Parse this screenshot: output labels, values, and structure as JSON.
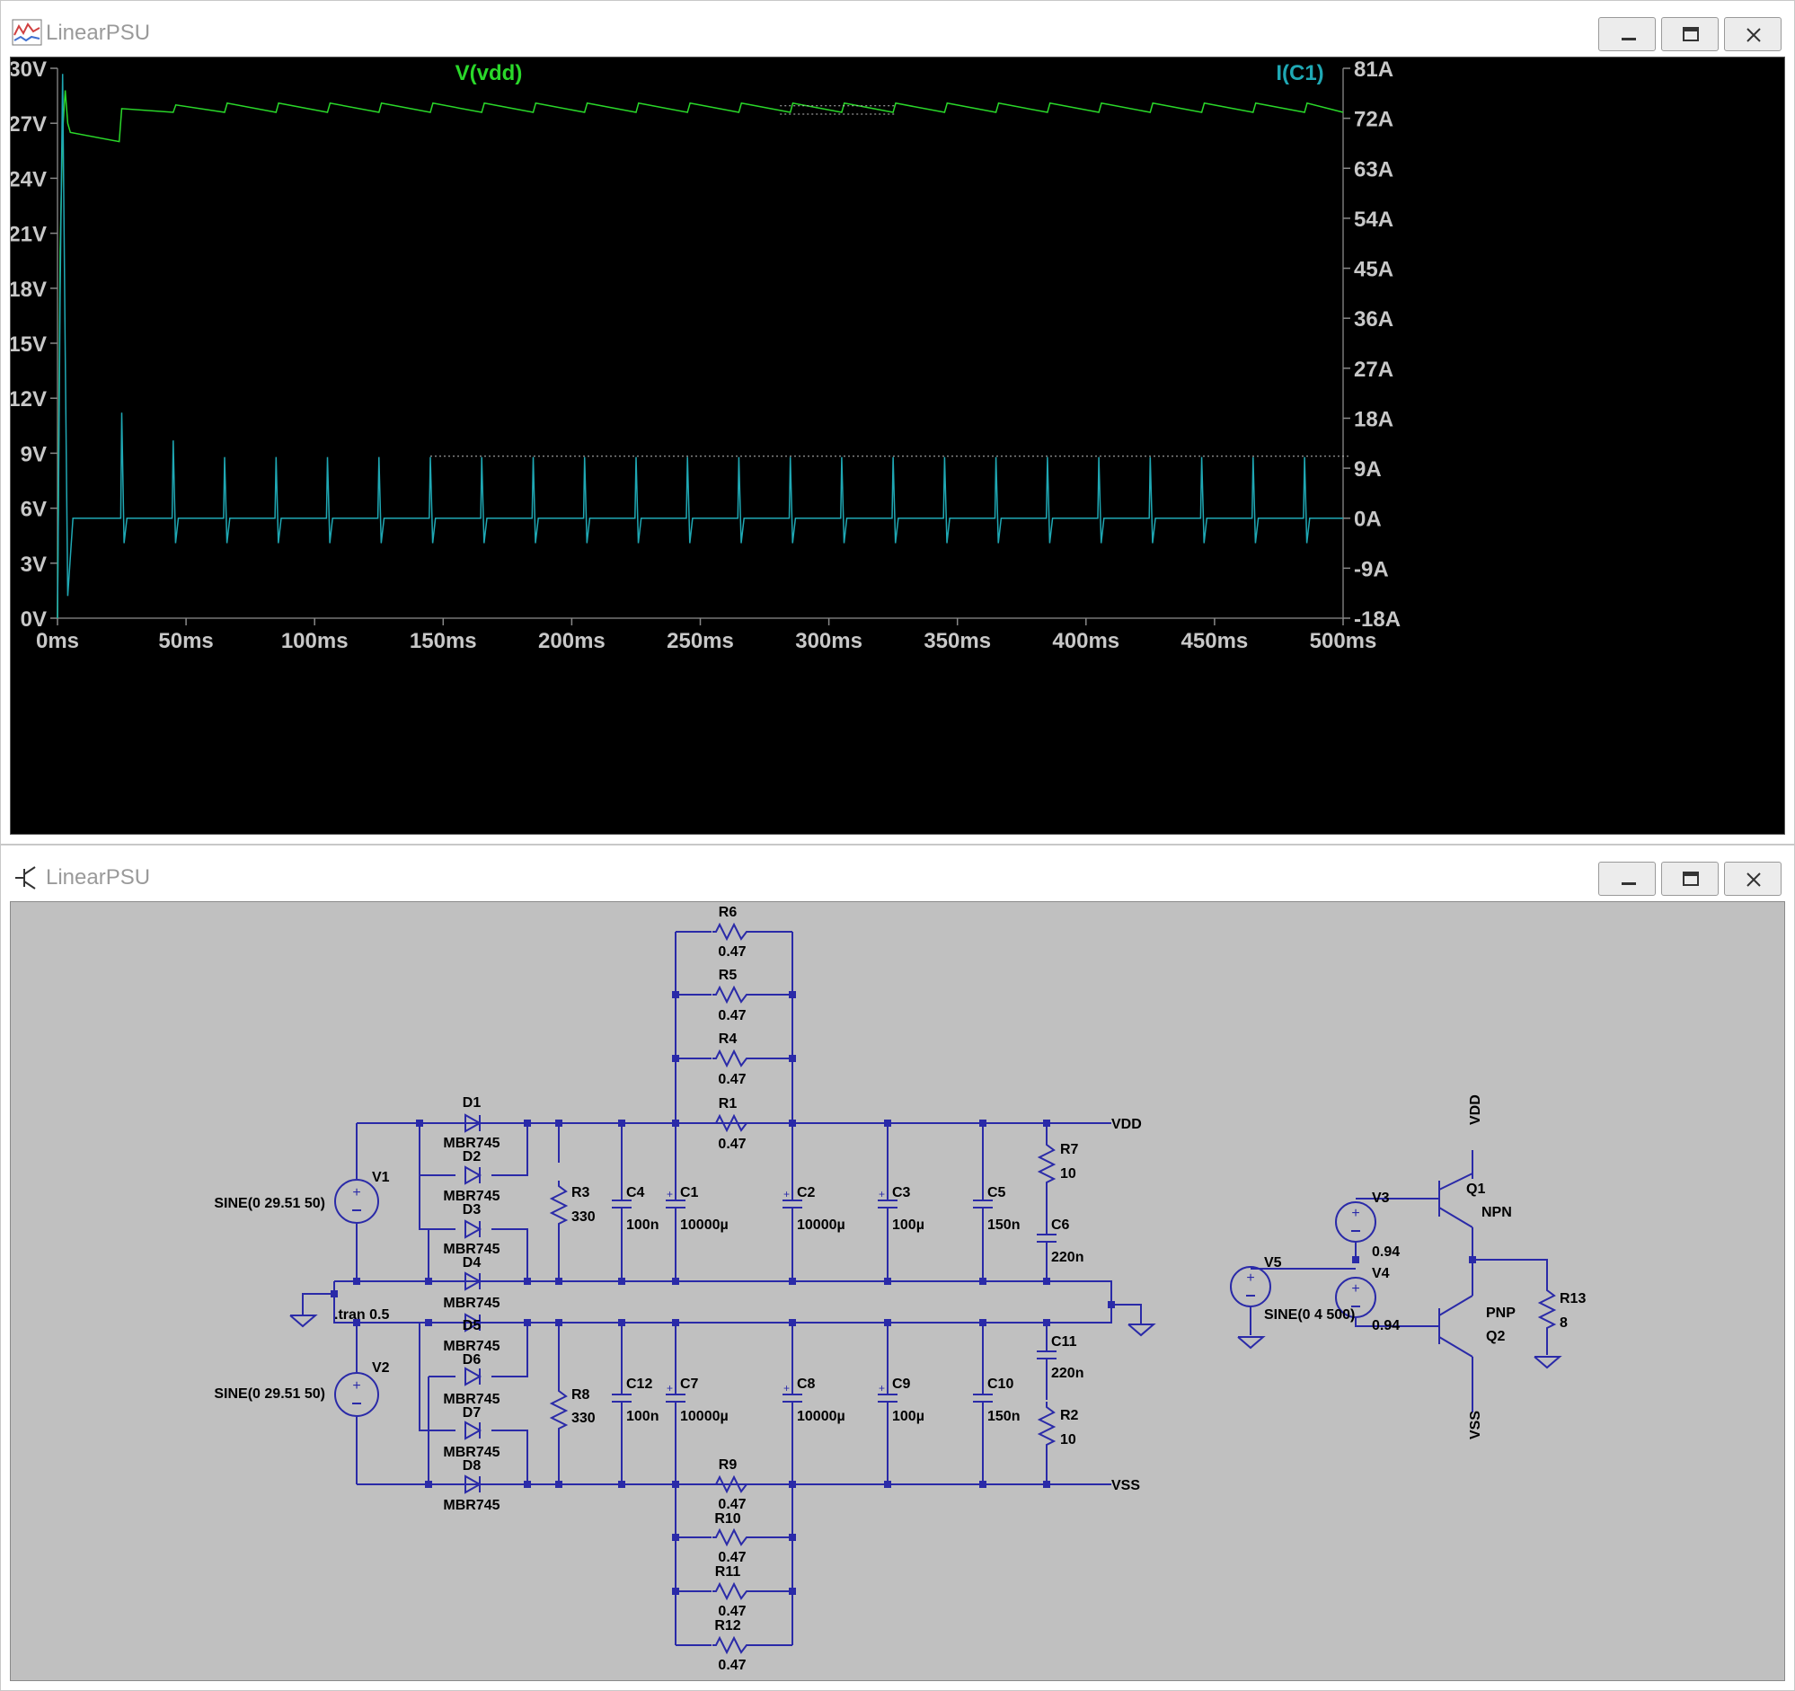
{
  "waveform_window": {
    "title": "LinearPSU",
    "trace_v_label": "V(vdd)",
    "trace_i_label": "I(C1)",
    "colors": {
      "v_trace": "#2ad82a",
      "i_trace": "#1fa8b4",
      "background": "#000000",
      "axis_text": "#c8c8c8"
    }
  },
  "schematic_window": {
    "title": "LinearPSU",
    "colors": {
      "wire": "#2a2aa8",
      "background": "#c0c0c0",
      "text": "#000000"
    },
    "labels": {
      "R6": "R6",
      "R6v": "0.47",
      "R5": "R5",
      "R5v": "0.47",
      "R4": "R4",
      "R4v": "0.47",
      "R1": "R1",
      "R1v": "0.47",
      "D1": "D1",
      "D2": "D2",
      "D3": "D3",
      "D4": "D4",
      "D5": "D5",
      "D6": "D6",
      "D7": "D7",
      "D8": "D8",
      "MBR": "MBR745",
      "VDD": "VDD",
      "VSS": "VSS",
      "R7": "R7",
      "R7v": "10",
      "C6": "C6",
      "C6v": "220n",
      "V1": "V1",
      "V1v": "SINE(0 29.51 50)",
      "V2": "V2",
      "V2v": "SINE(0 29.51 50)",
      "R3": "R3",
      "R3v": "330",
      "C4": "C4",
      "C4v": "100n",
      "C1": "C1",
      "C1v": "10000µ",
      "C2": "C2",
      "C2v": "10000µ",
      "C3": "C3",
      "C3v": "100µ",
      "C5": "C5",
      "C5v": "150n",
      "tran": ".tran 0.5",
      "R8": "R8",
      "R8v": "330",
      "C12": "C12",
      "C12v": "100n",
      "C7": "C7",
      "C7v": "10000µ",
      "C8": "C8",
      "C8v": "10000µ",
      "C9": "C9",
      "C9v": "100µ",
      "C10": "C10",
      "C10v": "150n",
      "C11": "C11",
      "C11v": "220n",
      "R2": "R2",
      "R2v": "10",
      "R9": "R9",
      "R9v": "0.47",
      "R10": "R10",
      "R10v": "0.47",
      "R11": "R11",
      "R11v": "0.47",
      "R12": "R12",
      "R12v": "0.47",
      "Q1": "Q1",
      "Q1t": "NPN",
      "Q2": "Q2",
      "Q2t": "PNP",
      "V3": "V3",
      "V3v": "0.94",
      "V4": "V4",
      "V4v": "0.94",
      "V5": "V5",
      "V5v": "SINE(0 4 500)",
      "R13": "R13",
      "R13v": "8"
    }
  },
  "chart_data": {
    "type": "line",
    "title": "",
    "x": {
      "unit": "ms",
      "range": [
        0,
        500
      ],
      "ticks": [
        "0ms",
        "50ms",
        "100ms",
        "150ms",
        "200ms",
        "250ms",
        "300ms",
        "350ms",
        "400ms",
        "450ms",
        "500ms"
      ]
    },
    "y_left": {
      "unit": "V",
      "range": [
        0,
        30
      ],
      "ticks": [
        "0V",
        "3V",
        "6V",
        "9V",
        "12V",
        "15V",
        "18V",
        "21V",
        "24V",
        "27V",
        "30V"
      ]
    },
    "y_right": {
      "unit": "A",
      "range": [
        -18,
        81
      ],
      "ticks": [
        "-18A",
        "-9A",
        "0A",
        "9A",
        "18A",
        "27A",
        "36A",
        "45A",
        "54A",
        "63A",
        "72A",
        "81A"
      ]
    },
    "series": [
      {
        "name": "V(vdd)",
        "axis": "left",
        "points": [
          [
            0,
            0
          ],
          [
            1,
            20
          ],
          [
            2,
            26.5
          ],
          [
            3,
            28.8
          ],
          [
            4,
            27
          ],
          [
            5,
            26.5
          ],
          [
            24,
            26
          ],
          [
            25,
            27.8
          ],
          [
            45,
            27.6
          ],
          [
            46,
            28
          ],
          [
            65,
            27.6
          ],
          [
            66,
            28.1
          ],
          [
            500,
            28.1
          ]
        ],
        "ripple": {
          "period_ms": 20,
          "peak_v": 28.1,
          "trough_v": 27.6
        }
      },
      {
        "name": "I(C1)",
        "axis": "right",
        "points": [
          [
            0,
            -18
          ],
          [
            2,
            80
          ],
          [
            4,
            -14
          ],
          [
            6,
            0
          ],
          [
            24,
            0
          ],
          [
            25,
            19
          ],
          [
            26,
            -4
          ],
          [
            27,
            0
          ]
        ],
        "spikes": {
          "period_ms": 20,
          "first_ms": 25,
          "peak_a": 11,
          "undershoot_a": -4.5,
          "baseline_a": 0
        }
      }
    ]
  }
}
